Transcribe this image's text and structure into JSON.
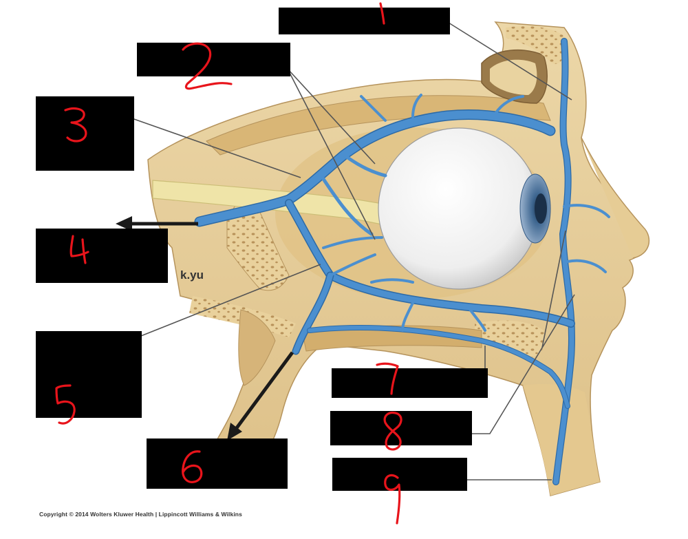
{
  "figure": {
    "colors": {
      "bone": "#e7cf9c",
      "bone_dark": "#c9a86a",
      "bone_light": "#f3e3bd",
      "vein": "#4b8fcf",
      "eye": "#f4f4f4",
      "iris": "#5d7fa7",
      "nerve": "#efe4a8",
      "label_box": "#000000",
      "handwriting": "#e8141b"
    },
    "watermark": "k.yu",
    "copyright": "Copyright © 2014 Wolters Kluwer Health | Lippincott Williams & Wilkins"
  },
  "labels": [
    {
      "id": "1",
      "handwritten": "1"
    },
    {
      "id": "2",
      "handwritten": "2"
    },
    {
      "id": "3",
      "handwritten": "3"
    },
    {
      "id": "4",
      "handwritten": "4"
    },
    {
      "id": "5",
      "handwritten": "5"
    },
    {
      "id": "6",
      "handwritten": "6"
    },
    {
      "id": "7",
      "handwritten": "7"
    },
    {
      "id": "8",
      "handwritten": "8"
    },
    {
      "id": "9",
      "handwritten": "9"
    }
  ]
}
